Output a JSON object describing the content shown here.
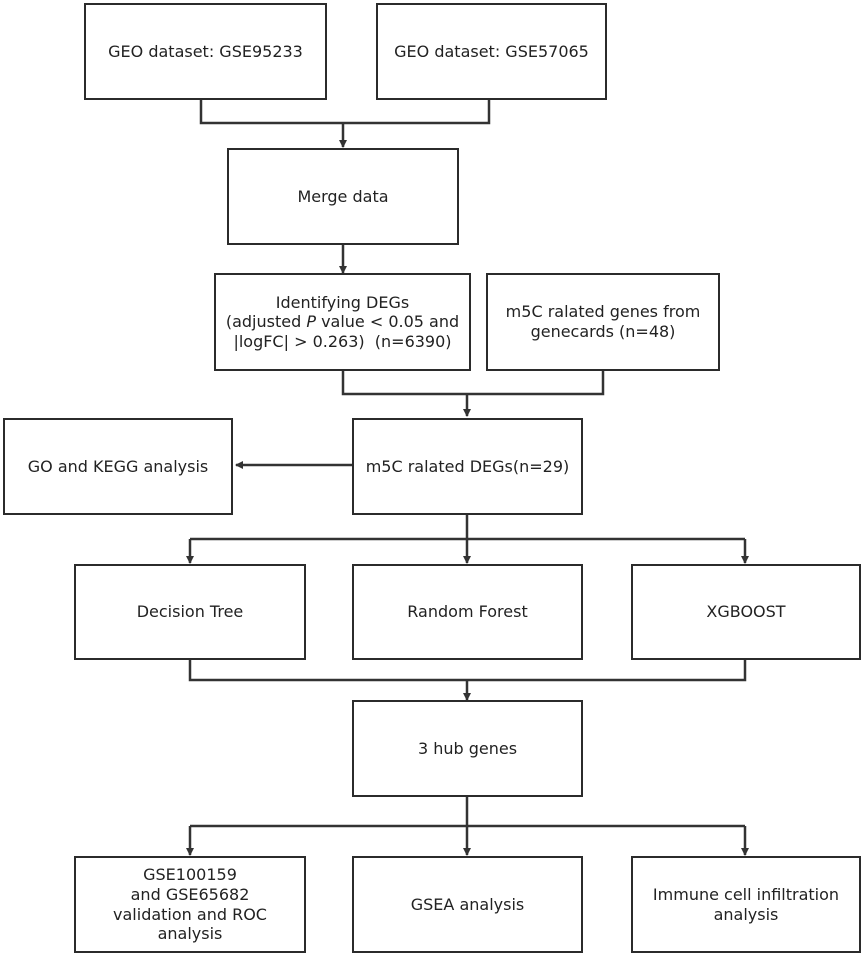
{
  "nodes": {
    "geo1": {
      "lines": [
        "GEO dataset: GSE95233"
      ]
    },
    "geo2": {
      "lines": [
        "GEO dataset: GSE57065"
      ]
    },
    "merge": {
      "lines": [
        "Merge data"
      ]
    },
    "degs": {
      "lines": [
        "Identifying DEGs",
        "value < 0.05 and",
        "|logFC| > 0.263)  (n=6390)"
      ],
      "line2_prefix": "(adjusted ",
      "line2_italic": "P"
    },
    "m5c_genes": {
      "lines": [
        "m5C ralated genes from",
        "genecards (n=48)"
      ]
    },
    "m5c_degs": {
      "lines": [
        "m5C ralated DEGs(n=29)"
      ]
    },
    "go_kegg": {
      "lines": [
        "GO and KEGG analysis"
      ]
    },
    "decision_tree": {
      "lines": [
        "Decision Tree"
      ]
    },
    "random_forest": {
      "lines": [
        "Random Forest"
      ]
    },
    "xgboost": {
      "lines": [
        "XGBOOST"
      ]
    },
    "hub_genes": {
      "lines": [
        "3 hub genes"
      ]
    },
    "validation": {
      "lines": [
        "GSE100159",
        "and GSE65682",
        "validation and ROC",
        "analysis"
      ]
    },
    "gsea": {
      "lines": [
        "GSEA analysis"
      ]
    },
    "immune": {
      "lines": [
        "Immune cell infiltration",
        "analysis"
      ]
    }
  },
  "edges": [
    {
      "from": "geo1",
      "to": "merge"
    },
    {
      "from": "geo2",
      "to": "merge"
    },
    {
      "from": "merge",
      "to": "degs"
    },
    {
      "from": "degs",
      "to": "m5c_degs"
    },
    {
      "from": "m5c_genes",
      "to": "m5c_degs"
    },
    {
      "from": "m5c_degs",
      "to": "go_kegg"
    },
    {
      "from": "m5c_degs",
      "to": "decision_tree"
    },
    {
      "from": "m5c_degs",
      "to": "random_forest"
    },
    {
      "from": "m5c_degs",
      "to": "xgboost"
    },
    {
      "from": "decision_tree",
      "to": "hub_genes"
    },
    {
      "from": "random_forest",
      "to": "hub_genes"
    },
    {
      "from": "xgboost",
      "to": "hub_genes"
    },
    {
      "from": "hub_genes",
      "to": "validation"
    },
    {
      "from": "hub_genes",
      "to": "gsea"
    },
    {
      "from": "hub_genes",
      "to": "immune"
    }
  ]
}
